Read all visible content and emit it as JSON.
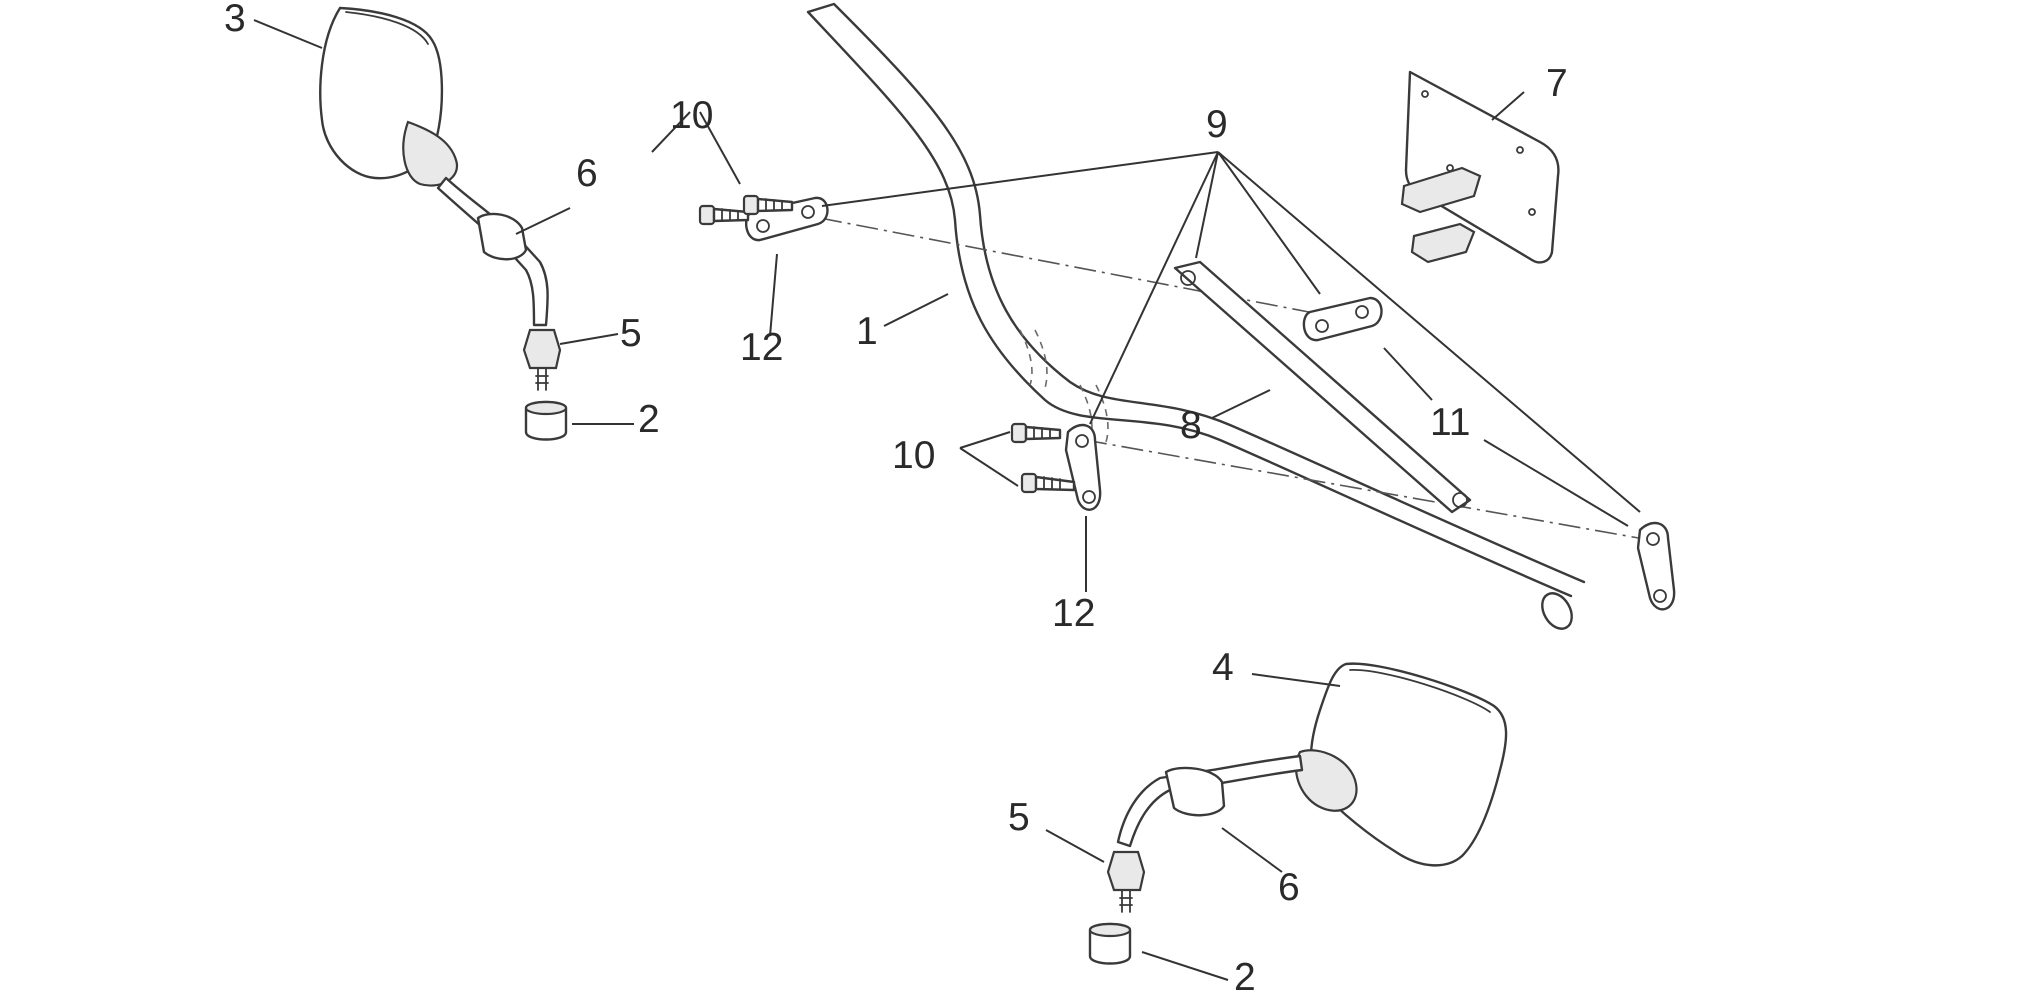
{
  "diagram": {
    "callouts": {
      "c1": "1",
      "c2a": "2",
      "c2b": "2",
      "c3": "3",
      "c4": "4",
      "c5a": "5",
      "c5b": "5",
      "c6a": "6",
      "c6b": "6",
      "c7": "7",
      "c8": "8",
      "c9": "9",
      "c10a": "10",
      "c10b": "10",
      "c11": "11",
      "c12a": "12",
      "c12b": "12"
    }
  }
}
